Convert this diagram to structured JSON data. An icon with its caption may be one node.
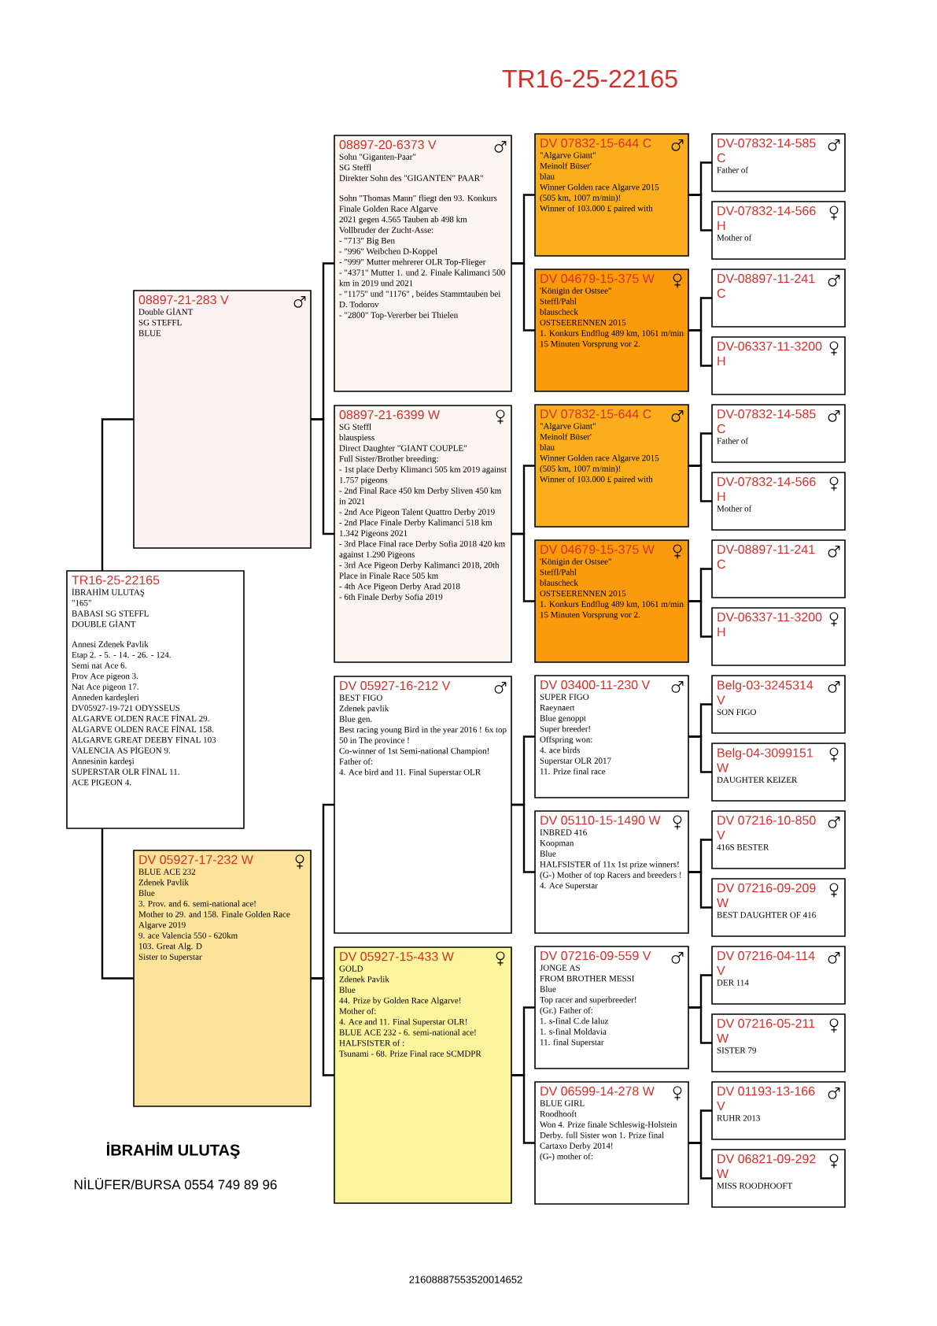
{
  "diagram": {
    "title": "TR16-25-22165",
    "nodes": [
      {
        "text": [
          "TR16-25-22165",
          "İBRAHİM ULUTAŞ",
          "\"165\"",
          "BABASI SG STEFFL",
          "DOUBLE GİANT",
          "Annesi Zdenek Pavlik",
          "Etap 2. - 5. - 14. - 26. - 124.",
          "Semi nat Ace 6.",
          "Prov Ace pigeon 3.",
          "Nat Ace pigeon 17.",
          "Anneden kardeşleri",
          "DV05927-19-721 ODYSSEUS",
          "ALGARVE OLDEN RACE FİNAL 29.",
          "ALGARVE OLDEN RACE FİNAL 158.",
          "ALGARVE GREAT DEEBY FİNAL 103",
          "VALENCIA AS PİGEON 9.",
          "Annesinin kardeşi",
          "SUPERSTAR OLR FİNAL 11.",
          "ACE PIGEON 4."
        ]
      },
      {
        "text": [
          "08897-21-283 V",
          "Double GİANT",
          "SG STEFFL",
          "BLUE"
        ]
      },
      {
        "text": [
          "DV 05927-17-232 W",
          "BLUE ACE 232",
          "Zdenek Pavlik",
          "Blue",
          "3. Prov. and 6. semi-national ace!",
          "Mother to 29. and 158. Finale Golden Race Algarve 2019",
          "9. ace Valencia 550 - 620km",
          "103. Great Alg. D",
          "Sister to Superstar"
        ]
      },
      {
        "text": [
          "08897-20-6373 V",
          "Sohn \"Giganten-Paar\"",
          "SG Steffl",
          "Direkter Sohn des \"GIGANTEN\" PAAR\"",
          "Sohn \"Thomas Mann\" fliegt den 93. Konkurs Finale Golden Race Algarve",
          "2021 gegen 4.565 Tauben ab 498 km",
          "Vollbruder der Zucht-Asse:",
          "- \"713\" Big Ben",
          "- \"996\" Weibchen D-Koppel",
          "- \"999\" Mutter mehrerer OLR Top-Flieger",
          "- \"4371\" Mutter 1. und 2. Finale Kalimanci 500 km in 2019 und 2021",
          "- \"1175\" und \"1176\" , beides Stammtauben bei D. Todorov",
          "- \"2800\" Top-Vererber bei Thielen"
        ]
      },
      {
        "text": [
          "08897-21-6399 W",
          "SG Steffl",
          "blauspiess",
          "Direct Daughter \"GIANT COUPLE\"",
          "Full Sister/Brother breeding:",
          "- 1st place Derby Klimanci 505 km 2019 against 1.757 pigeons",
          "- 2nd Final Race 450 km Derby Sliven 450 km in 2021",
          "- 2nd Ace Pigeon Talent Quattro Derby 2019",
          "- 2nd Place Finale Derby Kalimanci 518 km 1.342 Pigeons 2021",
          "- 3rd Place Final race Derby Sofia 2018 420 km against 1.290 Pigeons",
          "- 3rd Ace Pigeon Derby Kalimanci 2018, 20th Place in Finale Race 505 km",
          "- 4th Ace Pigeon Derby Arad 2018",
          "- 6th Finale Derby Sofia 2019"
        ]
      },
      {
        "text": [
          "DV 05927-16-212 V",
          "BEST FIGO",
          "Zdenek pavlik",
          "Blue gen.",
          "Best racing young Bird in the year 2016 ! 6x top 50 in The province !",
          "Co-winner of 1st Semi-national Champion!",
          "Father of:",
          "4. Ace bird and 11. Final Superstar OLR"
        ]
      },
      {
        "text": [
          "DV 05927-15-433 W",
          "GOLD",
          "Zdenek Pavlik",
          "Blue",
          "44. Prize by Golden Race Algarve!",
          "Mother of:",
          "4. Ace and 11. Final Superstar OLR!",
          "BLUE ACE 232 - 6. semi-national ace!",
          "HALFSISTER of :",
          "Tsunami - 68. Prize Final race SCMDPR"
        ]
      },
      {
        "text": [
          "DV 07832-15-644 C",
          "\"Algarve Giant\"",
          "Meinolf Büser'",
          "blau",
          "Winner Golden race Algarve 2015",
          "(505 km, 1007 m/min)!",
          "Winner of 103.000 £ paired with"
        ]
      },
      {
        "text": [
          "DV 04679-15-375 W",
          "'Königin der Ostsee\"",
          "Steffl/Pahl",
          "blauscheck",
          "OSTSEERENNEN 2015",
          "1. Konkurs Endflug 489 km, 1061 m/min 15 Minuten Vorsprung vor 2."
        ]
      },
      {
        "text": [
          "DV 07832-15-644 C",
          "\"Algarve Giant\"",
          "Meinolf Büser'",
          "blau",
          "Winner Golden race Algarve 2015",
          "(505 km, 1007 m/min)!",
          "Winner of 103.000 £ paired with"
        ]
      },
      {
        "text": [
          "DV 04679-15-375 W",
          "'Königin der Ostsee\"",
          "Steffl/Pahl",
          "blauscheck",
          "OSTSEERENNEN 2015",
          "1. Konkurs Endflug 489 km, 1061 m/min 15 Minuten Vorsprung vor 2."
        ]
      },
      {
        "text": [
          "DV 03400-11-230 V",
          "SUPER FIGO",
          "Raeynaert",
          "Blue genoppt",
          "Super breeder!",
          "Offspring won:",
          "4. ace birds",
          "Superstar OLR 2017",
          "11. Prize final race"
        ]
      },
      {
        "text": [
          "DV 05110-15-1490 W",
          "INBRED 416",
          "Koopman",
          "Blue",
          "HALFSISTER of 11x 1st prize winners!",
          "(G-) Mother of top Racers and breeders !",
          "4. Ace Superstar"
        ]
      },
      {
        "text": [
          "DV 07216-09-559 V",
          "JONGE AS",
          "FROM BROTHER MESSI",
          "Blue",
          "Top racer and superbreeder!",
          "(Gr.) Father of:",
          "1. s-final C.de laluz",
          "1. s-final Moldavia",
          "11. final Superstar"
        ]
      },
      {
        "text": [
          "DV 06599-14-278 W",
          "BLUE GIRL",
          "Roodhooft",
          "Won 4. Prize finale Schleswig-Holstein Derby. full Sister won 1. Prize final Cartaxo Derby 2014!",
          "(G-) mother of:"
        ]
      },
      {
        "text": [
          "DV-07832-14-585 C",
          "Father of"
        ]
      },
      {
        "text": [
          "DV-07832-14-566 H",
          "Mother of"
        ]
      },
      {
        "text": [
          "DV-08897-11-241 C"
        ]
      },
      {
        "text": [
          "DV-06337-11-3200 H"
        ]
      },
      {
        "text": [
          "DV-07832-14-585 C",
          "Father of"
        ]
      },
      {
        "text": [
          "DV-07832-14-566 H",
          "Mother of"
        ]
      },
      {
        "text": [
          "DV-08897-11-241 C"
        ]
      },
      {
        "text": [
          "DV-06337-11-3200 H"
        ]
      },
      {
        "text": [
          "Belg-03-3245314 V",
          "SON FIGO"
        ]
      },
      {
        "text": [
          "Belg-04-3099151 W",
          "DAUGHTER KEIZER"
        ]
      },
      {
        "text": [
          "DV 07216-10-850 V",
          "416S BESTER"
        ]
      },
      {
        "text": [
          "DV 07216-09-209 W",
          "BEST DAUGHTER OF 416"
        ]
      },
      {
        "text": [
          "DV 07216-04-114 V",
          "DER 114"
        ]
      },
      {
        "text": [
          "DV 07216-05-211 W",
          "SISTER 79"
        ]
      },
      {
        "text": [
          "DV 01193-13-166 V",
          "RUHR 2013"
        ]
      },
      {
        "text": [
          "DV 06821-09-292 W",
          "MISS ROODHOOFT"
        ]
      }
    ],
    "edges": [
      {
        "from": 0,
        "to": 1,
        "arrow": "none"
      },
      {
        "from": 0,
        "to": 2,
        "arrow": "none"
      },
      {
        "from": 1,
        "to": 3,
        "arrow": "none"
      },
      {
        "from": 1,
        "to": 4,
        "arrow": "none"
      },
      {
        "from": 2,
        "to": 5,
        "arrow": "none"
      },
      {
        "from": 2,
        "to": 6,
        "arrow": "none"
      },
      {
        "from": 3,
        "to": 7,
        "arrow": "none"
      },
      {
        "from": 3,
        "to": 8,
        "arrow": "none"
      },
      {
        "from": 4,
        "to": 9,
        "arrow": "none"
      },
      {
        "from": 4,
        "to": 10,
        "arrow": "none"
      },
      {
        "from": 5,
        "to": 11,
        "arrow": "none"
      },
      {
        "from": 5,
        "to": 12,
        "arrow": "none"
      },
      {
        "from": 6,
        "to": 13,
        "arrow": "none"
      },
      {
        "from": 6,
        "to": 14,
        "arrow": "none"
      },
      {
        "from": 7,
        "to": 15,
        "arrow": "none"
      },
      {
        "from": 7,
        "to": 16,
        "arrow": "none"
      },
      {
        "from": 8,
        "to": 17,
        "arrow": "none"
      },
      {
        "from": 8,
        "to": 18,
        "arrow": "none"
      },
      {
        "from": 9,
        "to": 19,
        "arrow": "none"
      },
      {
        "from": 9,
        "to": 20,
        "arrow": "none"
      },
      {
        "from": 10,
        "to": 21,
        "arrow": "none"
      },
      {
        "from": 10,
        "to": 22,
        "arrow": "none"
      },
      {
        "from": 11,
        "to": 23,
        "arrow": "none"
      },
      {
        "from": 11,
        "to": 24,
        "arrow": "none"
      },
      {
        "from": 12,
        "to": 25,
        "arrow": "none"
      },
      {
        "from": 12,
        "to": 26,
        "arrow": "none"
      },
      {
        "from": 13,
        "to": 27,
        "arrow": "none"
      },
      {
        "from": 13,
        "to": 28,
        "arrow": "none"
      },
      {
        "from": 14,
        "to": 29,
        "arrow": "none"
      },
      {
        "from": 14,
        "to": 30,
        "arrow": "none"
      }
    ],
    "labels": [
      "İBRAHİM ULUTAŞ",
      "NİLÜFER/BURSA 0554 749 89 96",
      "21608887553520014652"
    ]
  }
}
